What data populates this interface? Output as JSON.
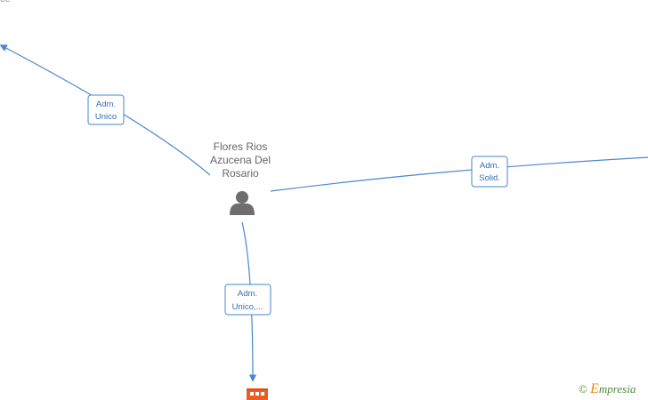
{
  "diagram": {
    "top_left_cut_text": "ce",
    "center_person": {
      "name_lines": [
        "Flores Rios",
        "Azucena Del",
        "Rosario"
      ],
      "icon": "person-icon",
      "icon_color": "#6e6e6e"
    },
    "edges": [
      {
        "id": "edge-adm-unico",
        "label_lines": [
          "Adm.",
          "Unico"
        ]
      },
      {
        "id": "edge-adm-solid",
        "label_lines": [
          "Adm.",
          "Solid."
        ]
      },
      {
        "id": "edge-adm-unico-more",
        "label_lines": [
          "Adm.",
          "Unico,..."
        ]
      }
    ],
    "bottom_company": {
      "icon": "company-building-icon",
      "icon_color": "#f15a24"
    },
    "edge_color": "#4a86cf"
  },
  "watermark": {
    "copyright": "©",
    "brand_initial": "E",
    "brand_rest": "mpresia"
  }
}
